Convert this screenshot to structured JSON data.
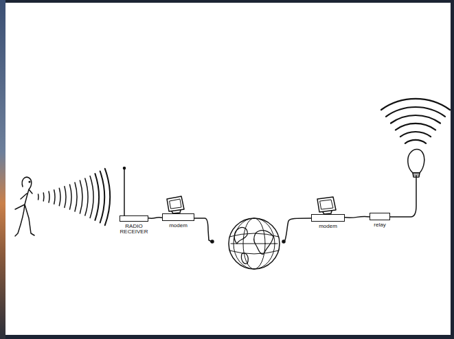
{
  "diagram": {
    "nodes": [
      {
        "text": [
          "RADIO RECEIVER"
        ]
      },
      {
        "text": [
          "modem"
        ]
      },
      {
        "text": [
          "modem"
        ]
      },
      {
        "text": [
          "relay"
        ]
      }
    ],
    "edges": [
      {
        "from": 0,
        "to": 1,
        "arrow": "none"
      },
      {
        "from": 2,
        "to": 3,
        "arrow": "none"
      }
    ]
  }
}
